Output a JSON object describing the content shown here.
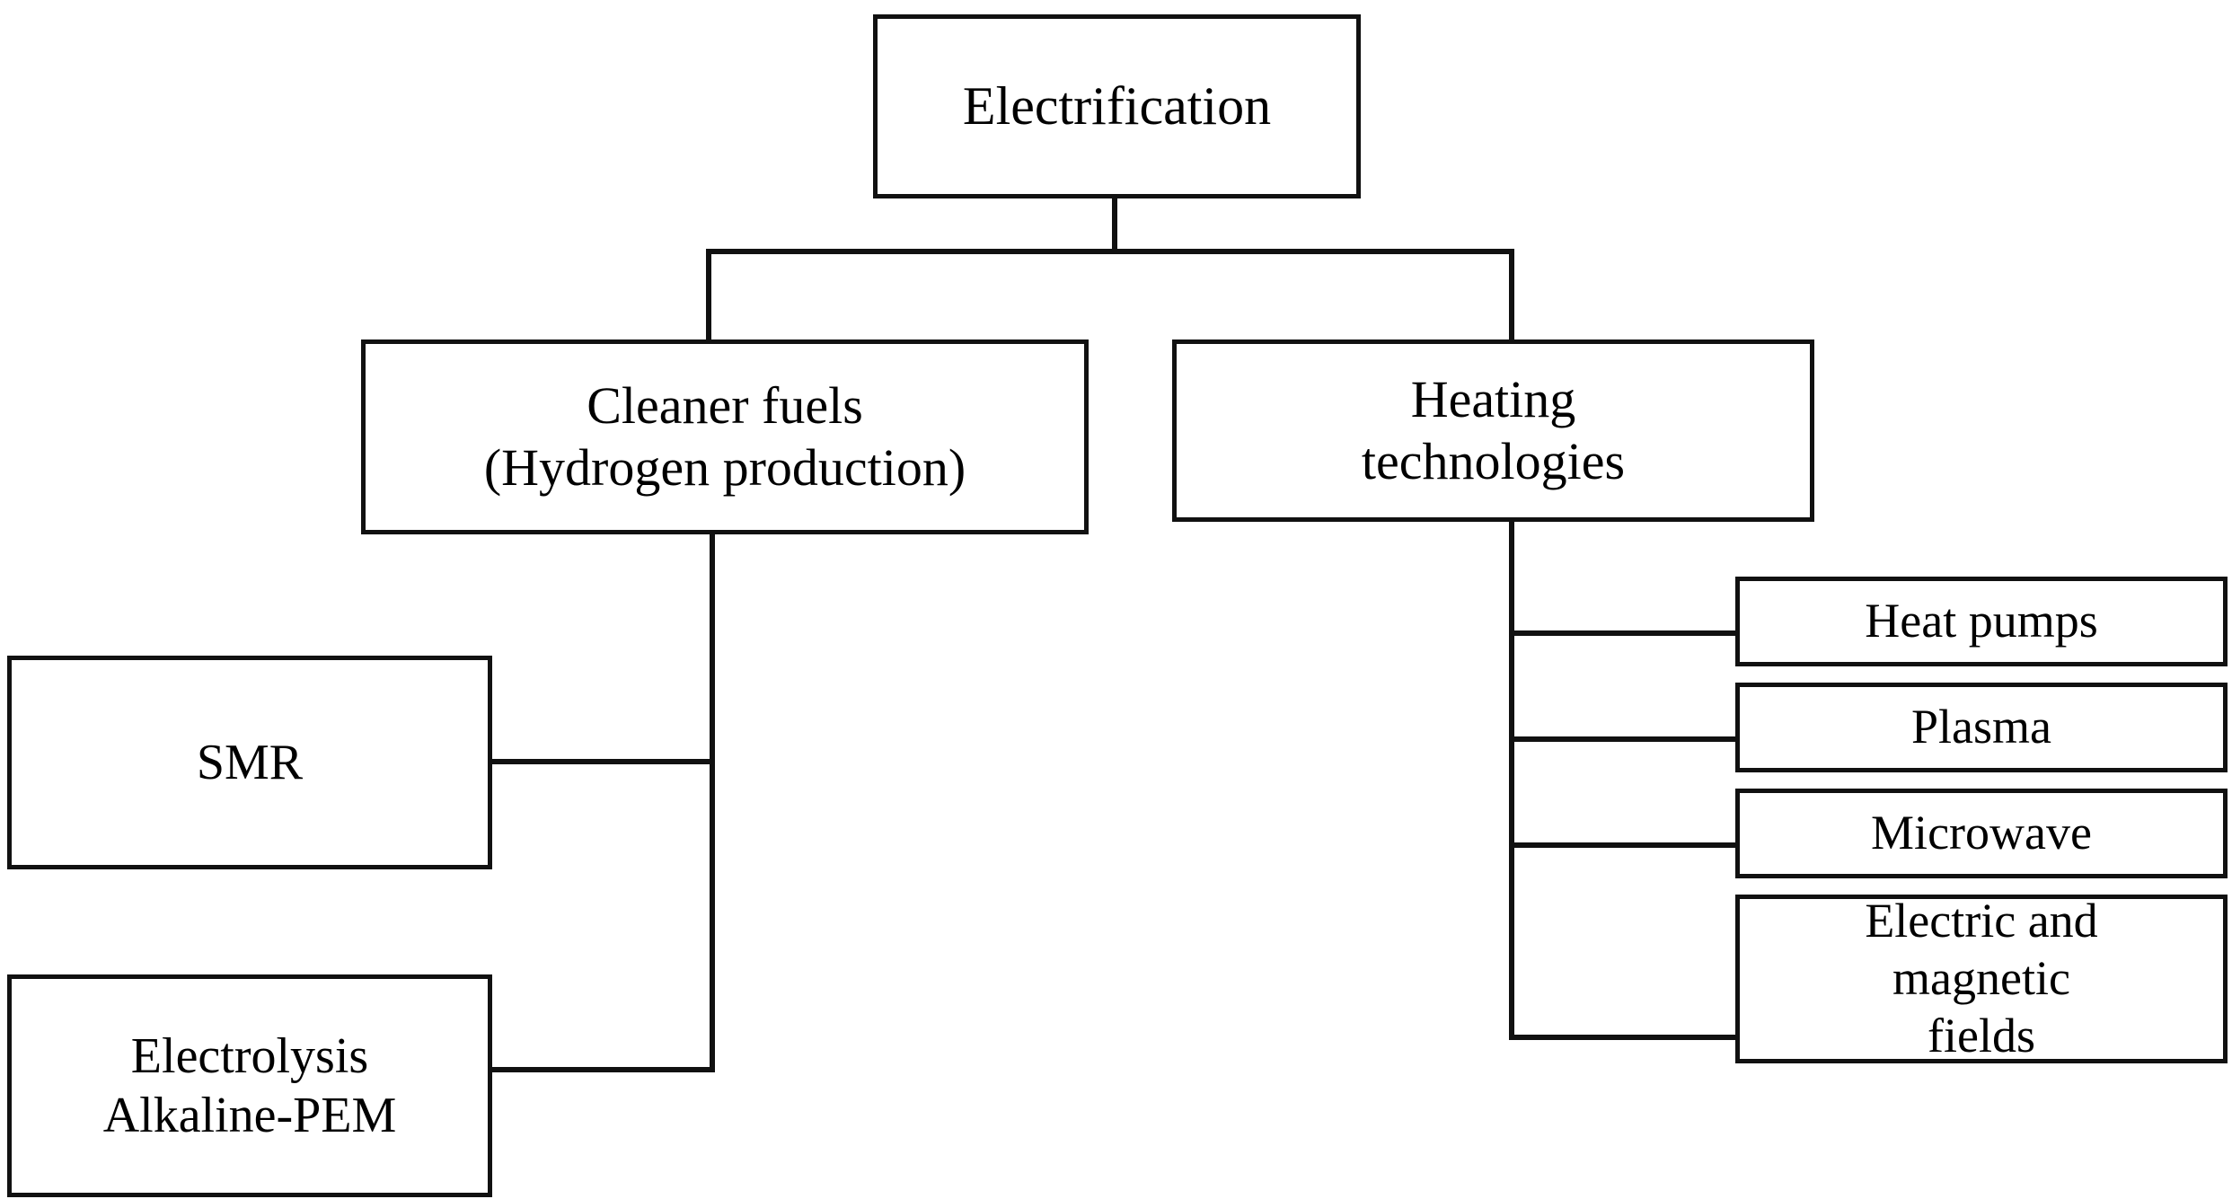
{
  "diagram": {
    "title": "Electrification",
    "type": "hierarchy-tree",
    "orientation": "top-down",
    "colors": {
      "box_border": "#111111",
      "box_fill": "#ffffff",
      "connector": "#111111",
      "text": "#000000",
      "background": "#ffffff"
    },
    "levels": {
      "root": {
        "label": "Electrification"
      },
      "branches": [
        {
          "id": "cleaner-fuels",
          "label": "Cleaner fuels\n(Hydrogen production)",
          "line1": "Cleaner fuels",
          "line2": "(Hydrogen production)",
          "children": [
            {
              "id": "smr",
              "label": "SMR"
            },
            {
              "id": "electrolysis",
              "label": "Electrolysis\nAlkaline-PEM",
              "line1": "Electrolysis",
              "line2": "Alkaline-PEM"
            }
          ]
        },
        {
          "id": "heating-technologies",
          "label": "Heating\ntechnologies",
          "line1": "Heating",
          "line2": "technologies",
          "children": [
            {
              "id": "heat-pumps",
              "label": "Heat pumps"
            },
            {
              "id": "plasma",
              "label": "Plasma"
            },
            {
              "id": "microwave",
              "label": "Microwave"
            },
            {
              "id": "electric-magnetic-fields",
              "label": "Electric and\nmagnetic\nfields",
              "line1": "Electric and",
              "line2": "magnetic",
              "line3": "fields"
            }
          ]
        }
      ]
    }
  }
}
